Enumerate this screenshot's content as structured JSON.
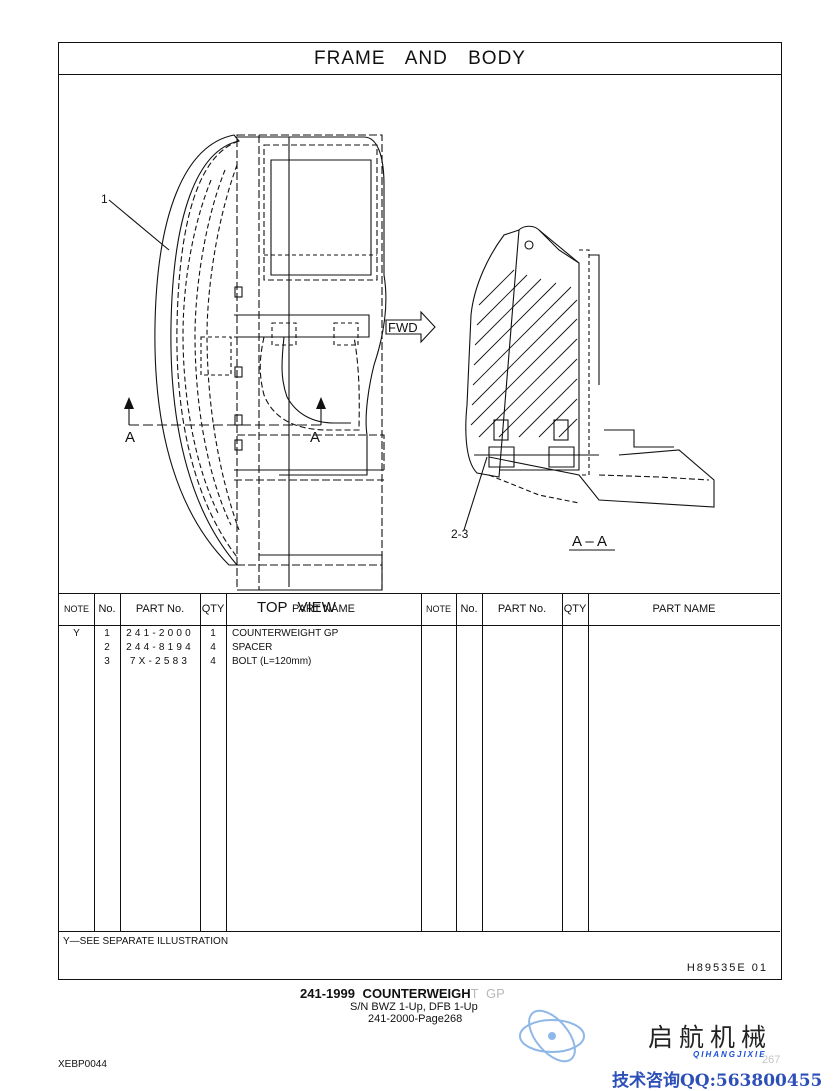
{
  "page_title": "FRAME AND BODY",
  "illustration": {
    "item_label_1": "1",
    "item_label_2_3": "2-3",
    "section_arrow_left": "A",
    "section_arrow_right": "A",
    "fwd_label": "FWD",
    "top_view_label": "TOP VIEW",
    "section_label": "A – A"
  },
  "table": {
    "headers": [
      "NOTE",
      "No.",
      "PART No.",
      "QTY",
      "PART NAME",
      "NOTE",
      "No.",
      "PART No.",
      "QTY",
      "PART NAME"
    ],
    "rows": [
      {
        "note": "Y",
        "no": "1",
        "part_no": "241-2000",
        "qty": "1",
        "name": "COUNTERWEIGHT GP"
      },
      {
        "note": "",
        "no": "2",
        "part_no": "244-8194",
        "qty": "4",
        "name": "SPACER"
      },
      {
        "note": "",
        "no": "3",
        "part_no": "7X-2583",
        "qty": "4",
        "name": "BOLT (L=120mm)"
      }
    ]
  },
  "note_text": "Y—SEE SEPARATE ILLUSTRATION",
  "illustration_code": "H89535E  01",
  "footer": {
    "title_main": "241-1999  COUNTERWEIGH",
    "title_faded": "T GP",
    "serial": "S/N BWZ 1-Up, DFB 1-Up",
    "page_ref": "241-2000-Page268"
  },
  "doc_code": "XEBP0044",
  "watermark": {
    "chinese_name": "启航机械",
    "pinyin": "QIHANGJIXIE",
    "faint_page": "267",
    "contact": "技术咨询QQ:563800455"
  }
}
